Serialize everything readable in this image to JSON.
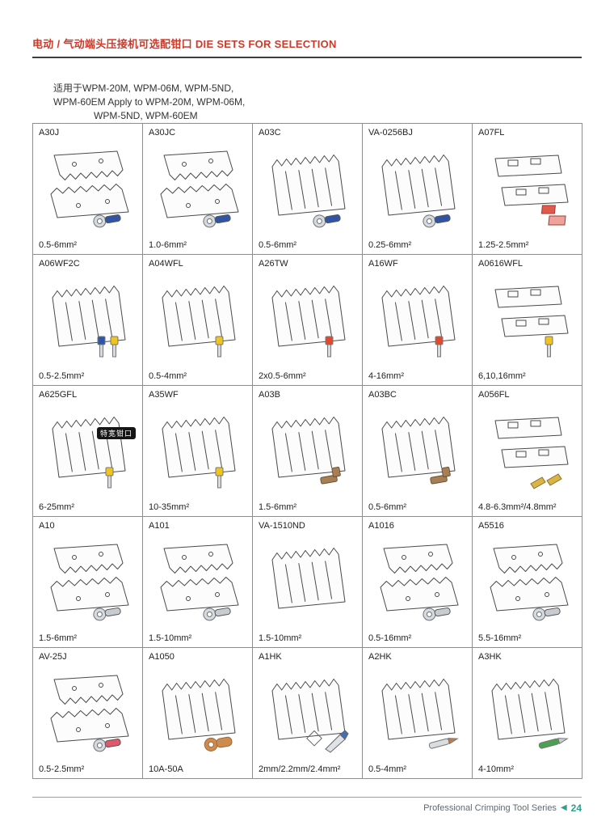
{
  "header": {
    "title": "电动 / 气动端头压接机可选配钳口 DIE SETS FOR SELECTION",
    "accent_color": "#cd3a2a"
  },
  "intro": {
    "lines": [
      "适用于WPM-20M, WPM-06M, WPM-5ND,",
      "WPM-60EM Apply to WPM-20M, WPM-06M,",
      "WPM-5ND, WPM-60EM"
    ]
  },
  "grid": {
    "columns": 5,
    "cells": [
      {
        "model": "A30J",
        "size": "0.5-6mm²",
        "illustration": "jaws",
        "accessory": {
          "type": "ring",
          "colors": [
            "#2f55a4"
          ]
        }
      },
      {
        "model": "A30JC",
        "size": "1.0-6mm²",
        "illustration": "jaws",
        "accessory": {
          "type": "ring",
          "colors": [
            "#2f55a4"
          ]
        }
      },
      {
        "model": "A03C",
        "size": "0.5-6mm²",
        "illustration": "comb",
        "accessory": {
          "type": "ring",
          "colors": [
            "#2f55a4"
          ]
        }
      },
      {
        "model": "VA-0256BJ",
        "size": "0.25-6mm²",
        "illustration": "comb",
        "accessory": {
          "type": "ring",
          "colors": [
            "#2f55a4"
          ]
        }
      },
      {
        "model": "A07FL",
        "size": "1.25-2.5mm²",
        "illustration": "plate",
        "accessory": {
          "type": "blocks",
          "colors": [
            "#e2584b",
            "#efa19a"
          ]
        }
      },
      {
        "model": "A06WF2C",
        "size": "0.5-2.5mm²",
        "illustration": "comb",
        "accessory": {
          "type": "ferrule2",
          "colors": [
            "#2f55a4",
            "#f0c420"
          ]
        }
      },
      {
        "model": "A04WFL",
        "size": "0.5-4mm²",
        "illustration": "comb",
        "accessory": {
          "type": "ferrule",
          "colors": [
            "#f0c420"
          ]
        }
      },
      {
        "model": "A26TW",
        "size": "2x0.5-6mm²",
        "illustration": "comb",
        "accessory": {
          "type": "ferrule",
          "colors": [
            "#e0492e"
          ]
        }
      },
      {
        "model": "A16WF",
        "size": "4-16mm²",
        "illustration": "comb",
        "accessory": {
          "type": "ferrule",
          "colors": [
            "#e0492e"
          ]
        }
      },
      {
        "model": "A0616WFL",
        "size": "6,10,16mm²",
        "illustration": "plate",
        "accessory": {
          "type": "ferrule",
          "colors": [
            "#f0c420"
          ]
        }
      },
      {
        "model": "A625GFL",
        "size": "6-25mm²",
        "illustration": "comb",
        "note": "特宽钳口",
        "accessory": {
          "type": "ferrule",
          "colors": [
            "#f0c420"
          ]
        }
      },
      {
        "model": "A35WF",
        "size": "10-35mm²",
        "illustration": "comb",
        "accessory": {
          "type": "ferrule",
          "colors": [
            "#f0c420"
          ]
        }
      },
      {
        "model": "A03B",
        "size": "1.5-6mm²",
        "illustration": "comb",
        "accessory": {
          "type": "flag",
          "colors": [
            "#a87f55"
          ]
        }
      },
      {
        "model": "A03BC",
        "size": "0.5-6mm²",
        "illustration": "comb",
        "accessory": {
          "type": "flag",
          "colors": [
            "#a87f55"
          ]
        }
      },
      {
        "model": "A056FL",
        "size": "4.8-6.3mm²/4.8mm²",
        "illustration": "plate",
        "accessory": {
          "type": "spade2",
          "colors": [
            "#d9b545"
          ]
        }
      },
      {
        "model": "A10",
        "size": "1.5-6mm²",
        "illustration": "jaws",
        "accessory": {
          "type": "ring",
          "colors": [
            "#c7ccd1"
          ]
        }
      },
      {
        "model": "A101",
        "size": "1.5-10mm²",
        "illustration": "jaws",
        "accessory": {
          "type": "ring",
          "colors": [
            "#c7ccd1"
          ]
        }
      },
      {
        "model": "VA-1510ND",
        "size": "1.5-10mm²",
        "illustration": "comb",
        "accessory": {
          "type": "none",
          "colors": []
        }
      },
      {
        "model": "A1016",
        "size": "0.5-16mm²",
        "illustration": "jaws",
        "accessory": {
          "type": "ring",
          "colors": [
            "#c7ccd1"
          ]
        }
      },
      {
        "model": "A5516",
        "size": "5.5-16mm²",
        "illustration": "jaws",
        "accessory": {
          "type": "ring",
          "colors": [
            "#c7ccd1"
          ]
        }
      },
      {
        "model": "AV-25J",
        "size": "0.5-2.5mm²",
        "illustration": "jaws",
        "accessory": {
          "type": "ring",
          "colors": [
            "#e0586a"
          ]
        }
      },
      {
        "model": "A1050",
        "size": "10A-50A",
        "illustration": "comb",
        "accessory": {
          "type": "lug",
          "colors": [
            "#cf8a4e"
          ]
        }
      },
      {
        "model": "A1HK",
        "size": "2mm/2.2mm/2.4mm²",
        "illustration": "comb",
        "accessory": {
          "type": "tools",
          "colors": [
            "#3f6fb5"
          ]
        }
      },
      {
        "model": "A2HK",
        "size": "0.5-4mm²",
        "illustration": "comb",
        "accessory": {
          "type": "pin",
          "colors": [
            "#d9dde0",
            "#c87a45"
          ]
        }
      },
      {
        "model": "A3HK",
        "size": "4-10mm²",
        "illustration": "comb",
        "accessory": {
          "type": "pin",
          "colors": [
            "#4aa14f",
            "#c9ced2"
          ]
        }
      }
    ]
  },
  "footer": {
    "series": "Professional Crimping Tool Series",
    "arrow_icon": "◀",
    "page": "24",
    "accent_color": "#2f9e8f"
  }
}
